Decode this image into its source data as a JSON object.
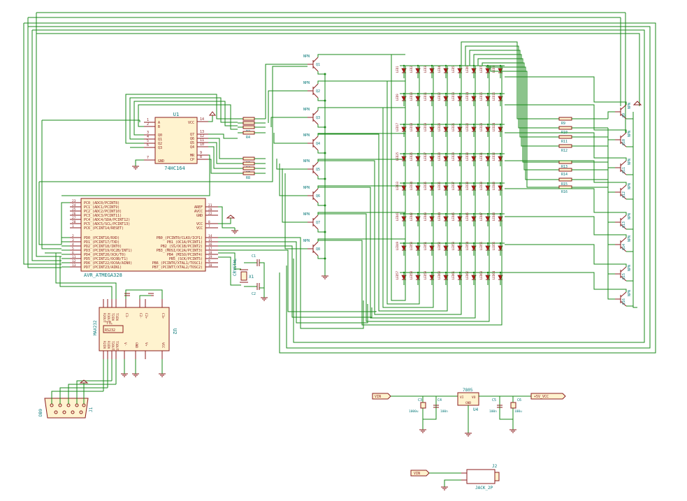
{
  "u1": {
    "ref": "U1",
    "value": "74HC164",
    "pins_left": [
      "A",
      "B",
      "Q0",
      "Q1",
      "Q2",
      "Q3",
      "GND"
    ],
    "pins_right": [
      "VCC",
      "Q7",
      "Q6",
      "Q5",
      "Q4",
      "MR",
      "CP"
    ],
    "pin_nums": [
      "1",
      "2",
      "3",
      "4",
      "5",
      "6",
      "7",
      "14",
      "13",
      "12",
      "11",
      "10",
      "9",
      "8"
    ]
  },
  "mcu": {
    "ref": "AVR_ATMEGA328",
    "ports_c": [
      "PC0_(ADC0/PCINT8)",
      "PC1_(ADC1/PCINT9)",
      "PC2_(ADC2/PCINT10)",
      "PC3_(ADC3/PCINT11)",
      "PC4_(ADC4/SDA/PCINT12)",
      "PC5_(ADC5/SCL/PCINT13)",
      "PC6_(PCINT14/RESET)"
    ],
    "ports_d": [
      "PD0_(PCINT16/RXD)",
      "PD1_(PCINT17/TXD)",
      "PD2_(PCINT18/INT0)",
      "PD3_(PCINT19/OC2B/INT1)",
      "PD4_(PCINT20/XCK/T0)",
      "PD5_(PCINT21/OC0B/T1)",
      "PD6_(PCINT22/OC0A/AIN0)",
      "PD7_(PCINT23/AIN1)"
    ],
    "ports_b": [
      "PB0_(PCINT0/CLKO/ICP1)",
      "PB1_(OC1A/PCINT1)",
      "PB2_(SS/OC1B/PCINT2)",
      "PB3_(MOSI/OC2A/PCINT3)",
      "PB4_(MISO/PCINT4)",
      "PB5_(SCK/PCINT5)",
      "PB6_(PCINT6/XTAL1/TOSC1)",
      "PB7_(PCINT7/XTAL2/TOSC2)"
    ],
    "power": [
      "AREF",
      "AVCC",
      "GND",
      "VCC"
    ],
    "pins_c": [
      "23",
      "24",
      "25",
      "26",
      "27",
      "28",
      "1"
    ],
    "pins_d": [
      "2",
      "3",
      "4",
      "5",
      "6",
      "11",
      "12",
      "13"
    ],
    "pins_b": [
      "14",
      "15",
      "16",
      "17",
      "18",
      "19",
      "9",
      "10"
    ],
    "pins_power": [
      "21",
      "20",
      "22",
      "8",
      "7"
    ]
  },
  "npn_left": {
    "label": "NPN",
    "refs": [
      "Q1",
      "Q2",
      "Q3",
      "Q4",
      "Q5",
      "Q6",
      "Q7",
      "Q8"
    ]
  },
  "npn_right": {
    "label": "NPN",
    "refs": [
      "Q9",
      "Q10",
      "Q11",
      "Q12",
      "Q13",
      "Q14",
      "Q15",
      "Q16"
    ]
  },
  "res_left": {
    "refs": [
      "R1",
      "R2",
      "R3",
      "R4",
      "R5",
      "R6",
      "R7",
      "R8"
    ]
  },
  "res_right": {
    "refs": [
      "R9",
      "R10",
      "R11",
      "R12",
      "R13",
      "R14",
      "R15",
      "R16"
    ]
  },
  "led_matrix": {
    "rows": 8,
    "cols": 8,
    "label": "LED"
  },
  "max232": {
    "ref": "U2",
    "value": "MAX232",
    "pins_top": [
      "R2OUT",
      "R1OUT",
      "T2IN",
      "T1IN"
    ],
    "pins_bottom": [
      "R2IN",
      "R1IN",
      "T2OUT",
      "T1OUT"
    ],
    "inner": [
      "C1-",
      "C1+",
      "C2-",
      "C2+",
      "V-",
      "V+",
      "GND",
      "VCC",
      "TTL",
      "RS232"
    ]
  },
  "db9": {
    "ref": "J1",
    "value": "DB9"
  },
  "crystal": {
    "ref": "X1",
    "value": "CRYSTAL"
  },
  "caps_xtal": [
    "C1",
    "C2"
  ],
  "reg": {
    "ref": "U4",
    "value": "7805",
    "pins": [
      "VI",
      "VO",
      "GND"
    ]
  },
  "power_caps": {
    "c1": "C3",
    "v1": "1000u",
    "c2": "C4",
    "v2": "100n",
    "c3": "C5",
    "v3": "100n",
    "c4": "C6",
    "v4": "100u"
  },
  "labels": {
    "vin": "VIN",
    "vcc5": "+5V_VCC"
  },
  "jack": {
    "ref": "J2",
    "value": "JACK_2P",
    "net": "VIN"
  }
}
